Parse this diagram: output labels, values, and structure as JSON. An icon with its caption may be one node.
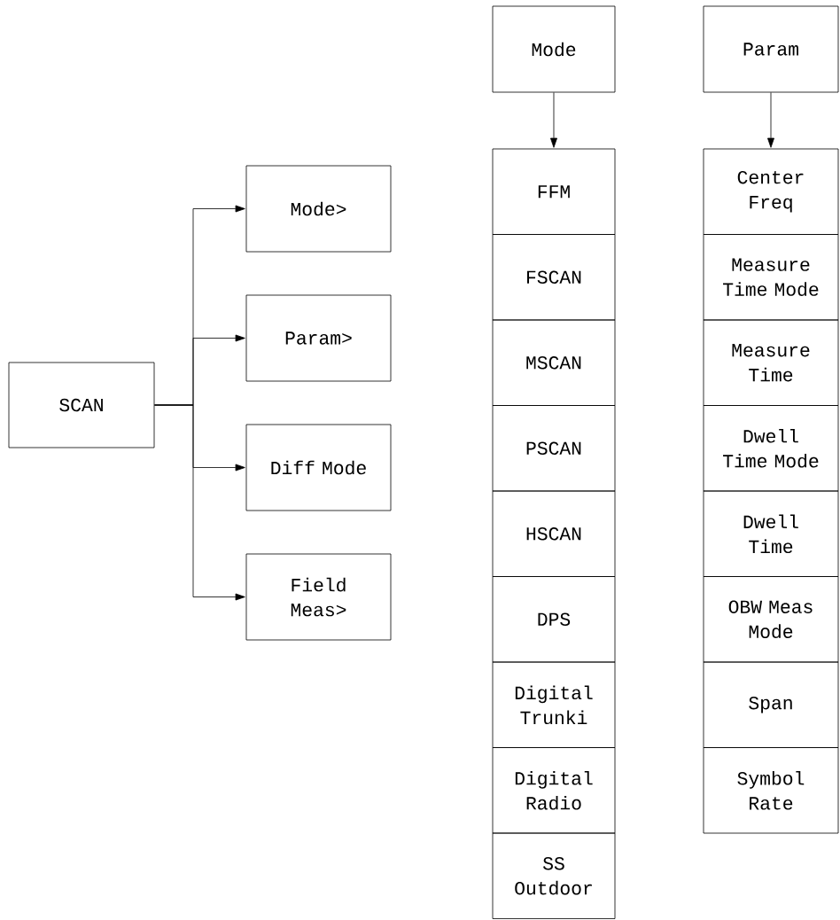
{
  "diagram": {
    "nodes": [
      {
        "text": [
          "SCAN"
        ]
      },
      {
        "text": [
          "Mode>"
        ]
      },
      {
        "text": [
          "Param>"
        ]
      },
      {
        "text": [
          "Diff Mode"
        ]
      },
      {
        "text": [
          "Field Meas>"
        ]
      },
      {
        "text": [
          "Mode"
        ]
      },
      {
        "text": [
          "FFM"
        ]
      },
      {
        "text": [
          "FSCAN"
        ]
      },
      {
        "text": [
          "MSCAN"
        ]
      },
      {
        "text": [
          "PSCAN"
        ]
      },
      {
        "text": [
          "HSCAN"
        ]
      },
      {
        "text": [
          "DPS"
        ]
      },
      {
        "text": [
          "Digital Trunki"
        ]
      },
      {
        "text": [
          "Digital Radio"
        ]
      },
      {
        "text": [
          "SS Outdoor"
        ]
      },
      {
        "text": [
          "Param"
        ]
      },
      {
        "text": [
          "Center Freq"
        ]
      },
      {
        "text": [
          "Measure Time Mode"
        ]
      },
      {
        "text": [
          "Measure Time"
        ]
      },
      {
        "text": [
          "Dwell Time Mode"
        ]
      },
      {
        "text": [
          "Dwell Time"
        ]
      },
      {
        "text": [
          "OBW Meas Mode"
        ]
      },
      {
        "text": [
          "Span"
        ]
      },
      {
        "text": [
          "Symbol Rate"
        ]
      }
    ],
    "edges": [
      {
        "from": 0,
        "to": 1,
        "arrow": "to"
      },
      {
        "from": 0,
        "to": 2,
        "arrow": "to"
      },
      {
        "from": 0,
        "to": 3,
        "arrow": "to"
      },
      {
        "from": 0,
        "to": 4,
        "arrow": "to"
      },
      {
        "from": 5,
        "to": 6,
        "arrow": "to"
      },
      {
        "from": 15,
        "to": 16,
        "arrow": "to"
      }
    ]
  }
}
